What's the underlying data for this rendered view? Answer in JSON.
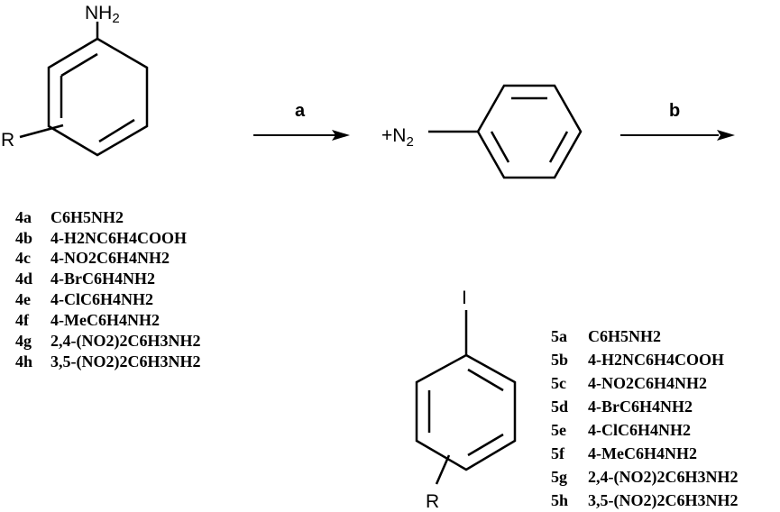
{
  "reactant": {
    "group": "NH",
    "group_sub": "2",
    "substituent": "R"
  },
  "arrows": {
    "a": "a",
    "b": "b"
  },
  "intermediate": {
    "charge": "+N",
    "sub": "2"
  },
  "product": {
    "atom": "I",
    "substituent": "R"
  },
  "list4": [
    {
      "id": "4a",
      "formula": "C6H5NH2"
    },
    {
      "id": "4b",
      "formula": "4-H2NC6H4COOH"
    },
    {
      "id": "4c",
      "formula": "4-NO2C6H4NH2"
    },
    {
      "id": "4d",
      "formula": "4-BrC6H4NH2"
    },
    {
      "id": "4e",
      "formula": "4-ClC6H4NH2"
    },
    {
      "id": "4f",
      "formula": "4-MeC6H4NH2"
    },
    {
      "id": "4g",
      "formula": "2,4-(NO2)2C6H3NH2"
    },
    {
      "id": "4h",
      "formula": "3,5-(NO2)2C6H3NH2"
    }
  ],
  "list5": [
    {
      "id": "5a",
      "formula": "C6H5NH2"
    },
    {
      "id": "5b",
      "formula": "4-H2NC6H4COOH"
    },
    {
      "id": "5c",
      "formula": "4-NO2C6H4NH2"
    },
    {
      "id": "5d",
      "formula": "4-BrC6H4NH2"
    },
    {
      "id": "5e",
      "formula": "4-ClC6H4NH2"
    },
    {
      "id": "5f",
      "formula": "4-MeC6H4NH2"
    },
    {
      "id": "5g",
      "formula": "2,4-(NO2)2C6H3NH2"
    },
    {
      "id": "5h",
      "formula": "3,5-(NO2)2C6H3NH2"
    }
  ]
}
